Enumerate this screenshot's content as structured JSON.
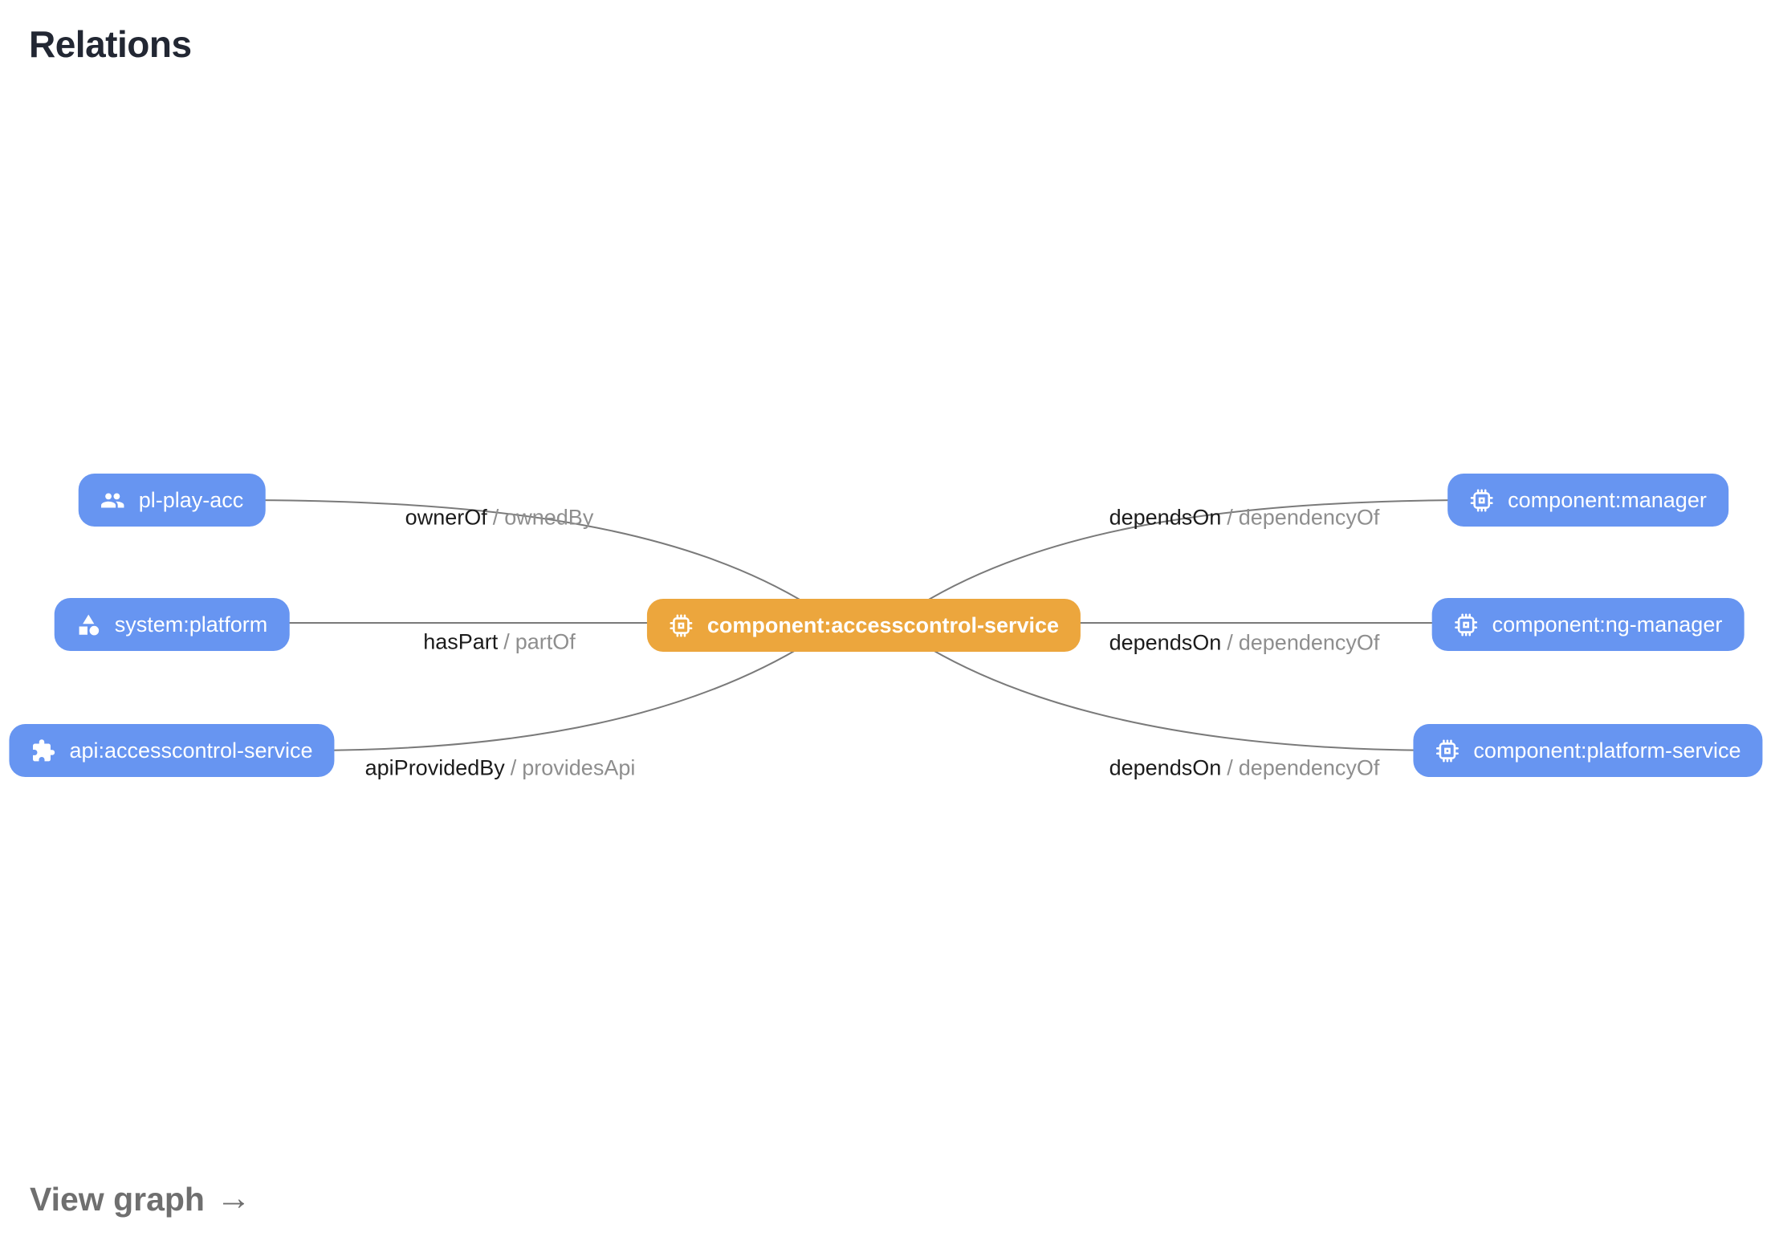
{
  "card": {
    "title": "Relations",
    "view_graph_label": "View graph",
    "view_graph_arrow": "→"
  },
  "graph": {
    "center_node": {
      "label": "component:accesscontrol-service",
      "icon": "chip-icon",
      "kind": "component"
    },
    "left_nodes": [
      {
        "label": "pl-play-acc",
        "icon": "people-icon",
        "kind": "group"
      },
      {
        "label": "system:platform",
        "icon": "category-icon",
        "kind": "system"
      },
      {
        "label": "api:accesscontrol-service",
        "icon": "puzzle-icon",
        "kind": "api"
      }
    ],
    "right_nodes": [
      {
        "label": "component:manager",
        "icon": "chip-icon",
        "kind": "component"
      },
      {
        "label": "component:ng-manager",
        "icon": "chip-icon",
        "kind": "component"
      },
      {
        "label": "component:platform-service",
        "icon": "chip-icon",
        "kind": "component"
      }
    ],
    "edges_left": [
      {
        "primary": "ownerOf",
        "separator": "/",
        "secondary": "ownedBy"
      },
      {
        "primary": "hasPart",
        "separator": "/",
        "secondary": "partOf"
      },
      {
        "primary": "apiProvidedBy",
        "separator": "/",
        "secondary": "providesApi"
      }
    ],
    "edges_right": [
      {
        "primary": "dependsOn",
        "separator": "/",
        "secondary": "dependencyOf"
      },
      {
        "primary": "dependsOn",
        "separator": "/",
        "secondary": "dependencyOf"
      },
      {
        "primary": "dependsOn",
        "separator": "/",
        "secondary": "dependencyOf"
      }
    ]
  },
  "colors": {
    "node_blue": "#6795F1",
    "node_orange": "#ECA63D",
    "edge_line": "#7A7A7A",
    "label_primary": "#1B1B1B",
    "label_secondary": "#8E8E8E",
    "title_color": "#222733",
    "link_color": "#6F6F6F"
  }
}
